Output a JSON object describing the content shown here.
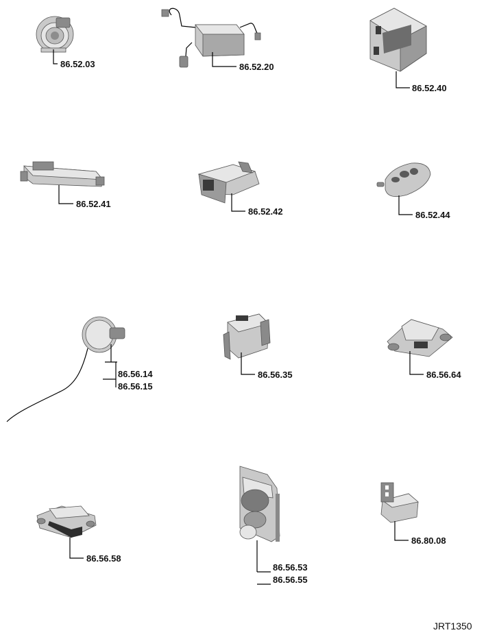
{
  "figure_ref": "JRT1350",
  "parts": [
    {
      "labels": [
        "86.52.03"
      ],
      "icon": "speaker-sounder-icon"
    },
    {
      "labels": [
        "86.52.20"
      ],
      "icon": "control-module-with-harness-icon"
    },
    {
      "labels": [
        "86.52.40"
      ],
      "icon": "receiver-module-icon"
    },
    {
      "labels": [
        "86.52.41"
      ],
      "icon": "antenna-bar-icon"
    },
    {
      "labels": [
        "86.52.42"
      ],
      "icon": "connector-module-icon"
    },
    {
      "labels": [
        "86.52.44"
      ],
      "icon": "smart-key-fob-icon"
    },
    {
      "labels": [
        "86.56.14",
        "86.56.15"
      ],
      "icon": "disc-sensor-with-cable-icon"
    },
    {
      "labels": [
        "86.56.35"
      ],
      "icon": "bracket-module-icon"
    },
    {
      "labels": [
        "86.56.64"
      ],
      "icon": "crash-sensor-icon"
    },
    {
      "labels": [
        "86.56.58"
      ],
      "icon": "impact-sensor-icon"
    },
    {
      "labels": [
        "86.56.53",
        "86.56.55"
      ],
      "icon": "bracket-actuator-icon"
    },
    {
      "labels": [
        "86.80.08"
      ],
      "icon": "relay-module-icon"
    }
  ]
}
